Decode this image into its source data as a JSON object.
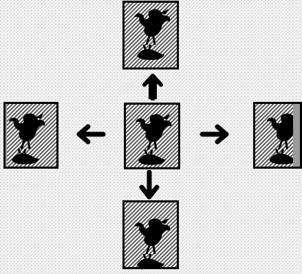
{
  "colors": {
    "background": "#f2f2f2",
    "stipple": "#b5b5b5",
    "ink": "#000000",
    "card_background": "#ffffff",
    "hatch": "#555555",
    "shade": "#9a9a9a"
  },
  "figure": {
    "panels": [
      {
        "name": "center",
        "icon": "bird-and-frog-icon",
        "shift": "none"
      },
      {
        "name": "top",
        "icon": "bird-and-frog-icon",
        "shift": "up"
      },
      {
        "name": "bottom",
        "icon": "bird-and-frog-icon",
        "shift": "down"
      },
      {
        "name": "left",
        "icon": "bird-and-frog-icon",
        "shift": "left"
      },
      {
        "name": "right",
        "icon": "bird-and-frog-icon",
        "shift": "right"
      }
    ],
    "arrows": [
      {
        "name": "up",
        "icon": "arrow-up-icon"
      },
      {
        "name": "down",
        "icon": "arrow-down-icon"
      },
      {
        "name": "left",
        "icon": "arrow-left-icon"
      },
      {
        "name": "right",
        "icon": "arrow-right-icon"
      }
    ]
  }
}
